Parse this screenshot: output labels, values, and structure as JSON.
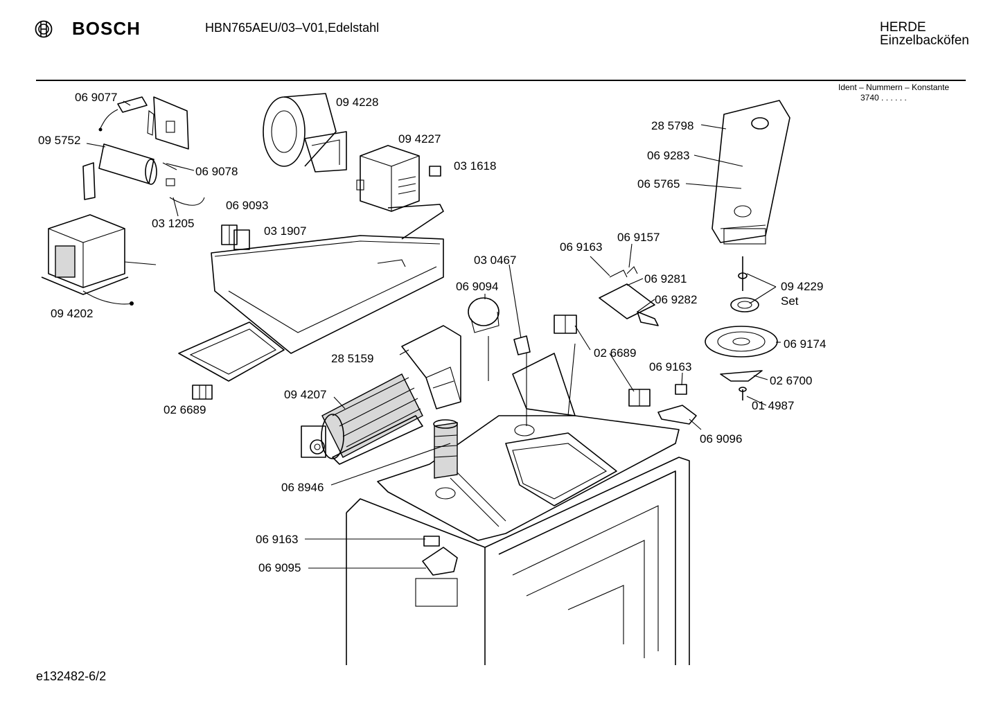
{
  "header": {
    "brand": "BOSCH",
    "brand_icon": "bosch-armature-icon",
    "model": "HBN765AEU/03–V01,Edelstahl",
    "category_line1": "HERDE",
    "category_line2": "Einzelbacköfen",
    "ident_title": "Ident – Nummern – Konstante",
    "ident_value": "3740  .  .  .  .  .  ."
  },
  "footer": {
    "doc_id": "e132482-6/2"
  },
  "parts": [
    {
      "id": "p-069077",
      "label": "06 9077"
    },
    {
      "id": "p-095752",
      "label": "09 5752"
    },
    {
      "id": "p-069078",
      "label": "06 9078"
    },
    {
      "id": "p-031205",
      "label": "03 1205"
    },
    {
      "id": "p-094202",
      "label": "09 4202"
    },
    {
      "id": "p-094228",
      "label": "09 4228"
    },
    {
      "id": "p-094227",
      "label": "09 4227"
    },
    {
      "id": "p-031618",
      "label": "03 1618"
    },
    {
      "id": "p-069093",
      "label": "06 9093"
    },
    {
      "id": "p-031907",
      "label": "03 1907"
    },
    {
      "id": "p-026689a",
      "label": "02 6689"
    },
    {
      "id": "p-094207",
      "label": "09 4207"
    },
    {
      "id": "p-285159",
      "label": "28 5159"
    },
    {
      "id": "p-068946",
      "label": "06 8946"
    },
    {
      "id": "p-069163a",
      "label": "06 9163"
    },
    {
      "id": "p-069095",
      "label": "06 9095"
    },
    {
      "id": "p-030467",
      "label": "03 0467"
    },
    {
      "id": "p-069094",
      "label": "06 9094"
    },
    {
      "id": "p-069163b",
      "label": "06 9163"
    },
    {
      "id": "p-069157",
      "label": "06 9157"
    },
    {
      "id": "p-069281",
      "label": "06 9281"
    },
    {
      "id": "p-069282",
      "label": "06 9282"
    },
    {
      "id": "p-026689b",
      "label": "02 6689"
    },
    {
      "id": "p-069163c",
      "label": "06 9163"
    },
    {
      "id": "p-069096",
      "label": "06 9096"
    },
    {
      "id": "p-285798",
      "label": "28 5798"
    },
    {
      "id": "p-069283",
      "label": "06 9283"
    },
    {
      "id": "p-065765",
      "label": "06 5765"
    },
    {
      "id": "p-094229",
      "label": "09 4229"
    },
    {
      "id": "p-094229-set",
      "label": "Set"
    },
    {
      "id": "p-069174",
      "label": "06 9174"
    },
    {
      "id": "p-026700",
      "label": "02 6700"
    },
    {
      "id": "p-014987",
      "label": "01 4987"
    }
  ]
}
